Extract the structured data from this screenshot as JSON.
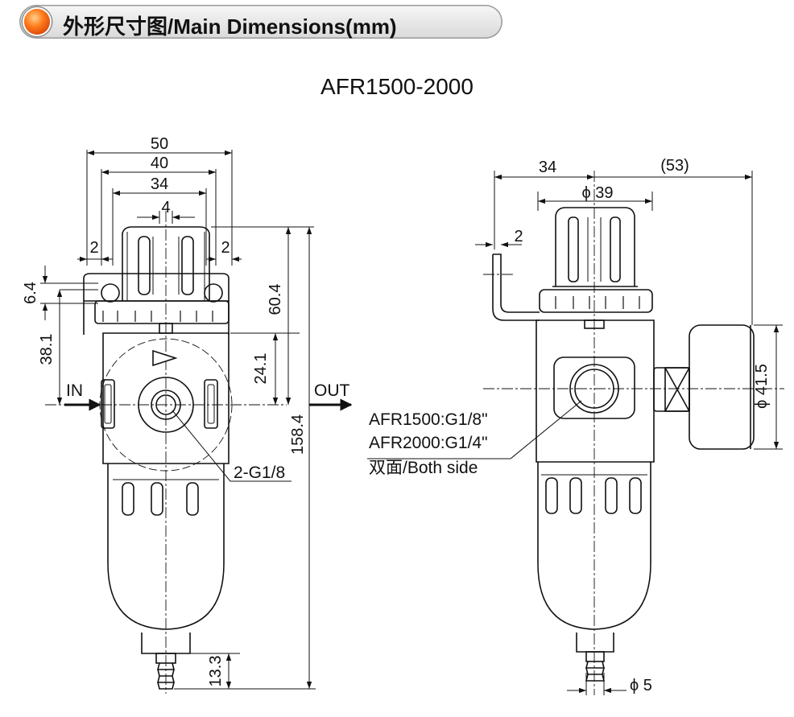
{
  "header": {
    "title": "外形尺寸图/Main Dimensions(mm)",
    "icon": "orange-ball-icon",
    "accent_color": "#ff6a00"
  },
  "model": "AFR1500-2000",
  "front_view": {
    "dims": {
      "w50": "50",
      "w40": "40",
      "w34": "34",
      "w4": "4",
      "gap_left": "2",
      "gap_right": "2",
      "h6_4": "6.4",
      "h38_1": "38.1",
      "h60_4": "60.4",
      "h24_1": "24.1",
      "h158_4": "158.4",
      "h13_3": "13.3"
    },
    "labels": {
      "in": "IN",
      "out": "OUT",
      "port": "2-G1/8"
    }
  },
  "side_view": {
    "dims": {
      "d34": "34",
      "d53": "(53)",
      "phi39": "ϕ 39",
      "gap2": "2",
      "phi41_5": "ϕ 41.5",
      "phi5": "ϕ 5"
    },
    "labels": {
      "afr1500": "AFR1500:G1/8\"",
      "afr2000": "AFR2000:G1/4\"",
      "both_side": "双面/Both side"
    }
  }
}
